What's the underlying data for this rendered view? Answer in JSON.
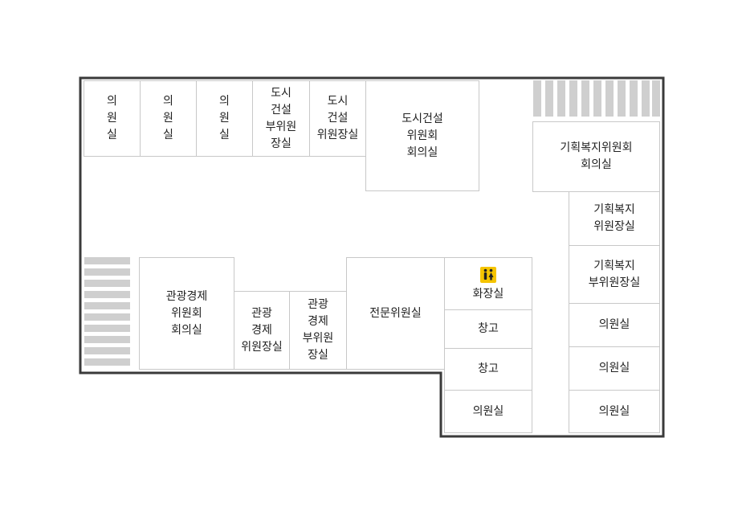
{
  "floor_plan": {
    "rooms": [
      {
        "id": "r1",
        "label": "의\n원\n실"
      },
      {
        "id": "r2",
        "label": "의\n원\n실"
      },
      {
        "id": "r3",
        "label": "의\n원\n실"
      },
      {
        "id": "r4",
        "label": "도시\n건설\n부위원\n장실"
      },
      {
        "id": "r5",
        "label": "도시\n건설\n위원장실"
      },
      {
        "id": "r6",
        "label": "도시건설\n위원회\n회의실"
      },
      {
        "id": "r7",
        "label": "기획복지위원회\n회의실"
      },
      {
        "id": "r8",
        "label": "기획복지\n위원장실"
      },
      {
        "id": "r9",
        "label": "기획복지\n부위원장실"
      },
      {
        "id": "r10",
        "label": "의원실"
      },
      {
        "id": "r11",
        "label": "의원실"
      },
      {
        "id": "r12",
        "label": "의원실"
      },
      {
        "id": "r13",
        "label": "관광경제\n위원회\n회의실"
      },
      {
        "id": "r14",
        "label": "관광\n경제\n위원장실"
      },
      {
        "id": "r15",
        "label": "관광\n경제\n부위원\n장실"
      },
      {
        "id": "r16",
        "label": "전문위원실"
      },
      {
        "id": "r17",
        "label": "화장실"
      },
      {
        "id": "r18",
        "label": "창고"
      },
      {
        "id": "r19",
        "label": "창고"
      },
      {
        "id": "r20",
        "label": "의원실"
      }
    ],
    "icons": {
      "restroom": "restroom-icon"
    },
    "colors": {
      "outline": "#3a3a3a",
      "room_border": "#c8c8c8",
      "stairs": "#cfcfcf",
      "restroom_badge": "#f5c400"
    }
  }
}
